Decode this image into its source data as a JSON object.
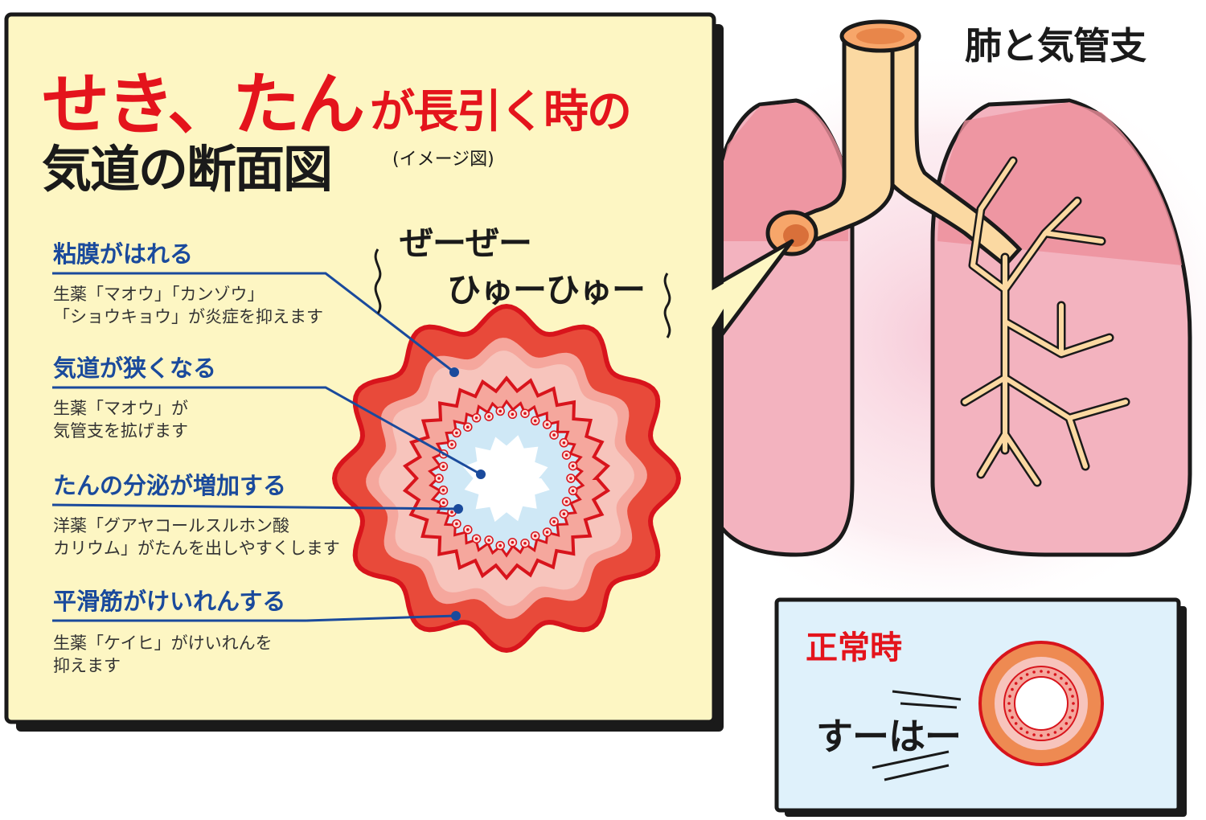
{
  "title": {
    "line1_red": "せき、たん",
    "line1_red_small": "が長引く時の",
    "line2": "気道の断面図",
    "note": "(イメージ図)"
  },
  "sound_label": {
    "line1": "ぜーぜー",
    "line2": "ひゅーひゅー"
  },
  "annotations": [
    {
      "heading": "粘膜がはれる",
      "description": "生薬「マオウ」「カンゾウ」\n「ショウキョウ」が炎症を抑えます"
    },
    {
      "heading": "気道が狭くなる",
      "description": "生薬「マオウ」が\n気管支を拡げます"
    },
    {
      "heading": "たんの分泌が増加する",
      "description": "洋薬「グアヤコールスルホン酸\nカリウム」がたんを出しやすくします"
    },
    {
      "heading": "平滑筋がけいれんする",
      "description": "生薬「ケイヒ」がけいれんを\n抑えます"
    }
  ],
  "lungs_label": "肺と気管支",
  "normal_box": {
    "title": "正常時",
    "breath": "すーはー"
  },
  "colors": {
    "panel_yellow": "#fdf6c3",
    "panel_blue": "#dff1fb",
    "title_red": "#e4141c",
    "heading_blue": "#1a4a9c",
    "airway_red": "#e84a3a",
    "airway_pink": "#f5a79d",
    "lung_pink": "#f3b7c0",
    "bronchi_tan": "#fbd9a2"
  },
  "icons": [
    "airway-cross-section-icon",
    "lungs-icon",
    "normal-airway-icon"
  ]
}
